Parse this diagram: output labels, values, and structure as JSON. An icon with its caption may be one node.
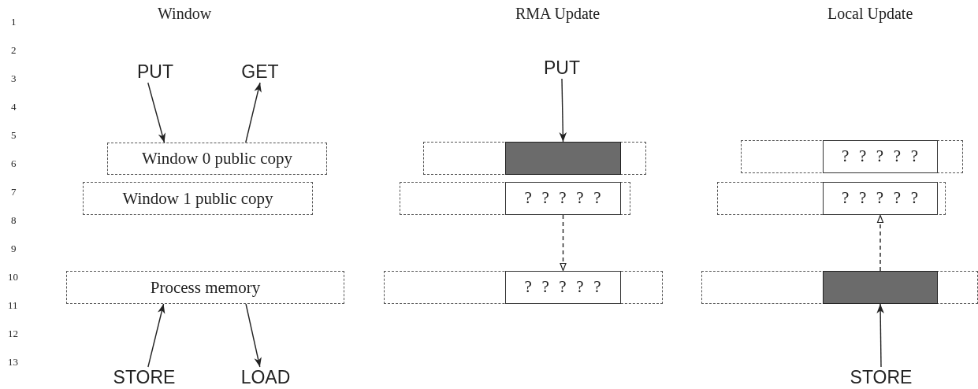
{
  "diagram": {
    "nodes": [
      {
        "text": [
          "PUT"
        ]
      },
      {
        "text": [
          "GET"
        ]
      },
      {
        "text": [
          "Window 0 public copy"
        ]
      },
      {
        "text": [
          "Window 1 public copy"
        ]
      },
      {
        "text": [
          "Process memory"
        ]
      },
      {
        "text": [
          "STORE"
        ]
      },
      {
        "text": [
          "LOAD"
        ]
      },
      {
        "text": [
          "PUT"
        ]
      },
      {
        "text": [],
        "shape": "box"
      },
      {
        "text": [],
        "shape": "bar",
        "in": 8
      },
      {
        "text": [],
        "shape": "box"
      },
      {
        "text": [
          "? ? ? ? ?"
        ],
        "in": 10
      },
      {
        "text": [],
        "shape": "box"
      },
      {
        "text": [
          "? ? ? ? ?"
        ],
        "in": 12
      },
      {
        "text": [],
        "shape": "box"
      },
      {
        "text": [
          "? ? ? ? ?"
        ],
        "in": 14
      },
      {
        "text": [],
        "shape": "box"
      },
      {
        "text": [
          "? ? ? ? ?"
        ],
        "in": 16
      },
      {
        "text": [],
        "shape": "box"
      },
      {
        "text": [],
        "shape": "bar",
        "in": 18
      },
      {
        "text": [
          "STORE"
        ]
      }
    ],
    "edges": [
      {
        "from": 0,
        "to": 2,
        "arrow": "to"
      },
      {
        "from": 2,
        "to": 1,
        "arrow": "to"
      },
      {
        "from": 5,
        "to": 4,
        "arrow": "to"
      },
      {
        "from": 4,
        "to": 6,
        "arrow": "to"
      },
      {
        "from": 7,
        "to": 9,
        "arrow": "to"
      },
      {
        "from": 11,
        "to": 13,
        "arrow": "to",
        "style": "dashed"
      },
      {
        "from": 20,
        "to": 19,
        "arrow": "to"
      },
      {
        "from": 19,
        "to": 17,
        "arrow": "to",
        "style": "dashed"
      }
    ],
    "labels": [
      "1",
      "Window",
      "RMA Update",
      "Local Update",
      "2",
      "3",
      "4",
      "5",
      "6",
      "7",
      "8",
      "9",
      "10",
      "11",
      "12",
      "13"
    ]
  }
}
